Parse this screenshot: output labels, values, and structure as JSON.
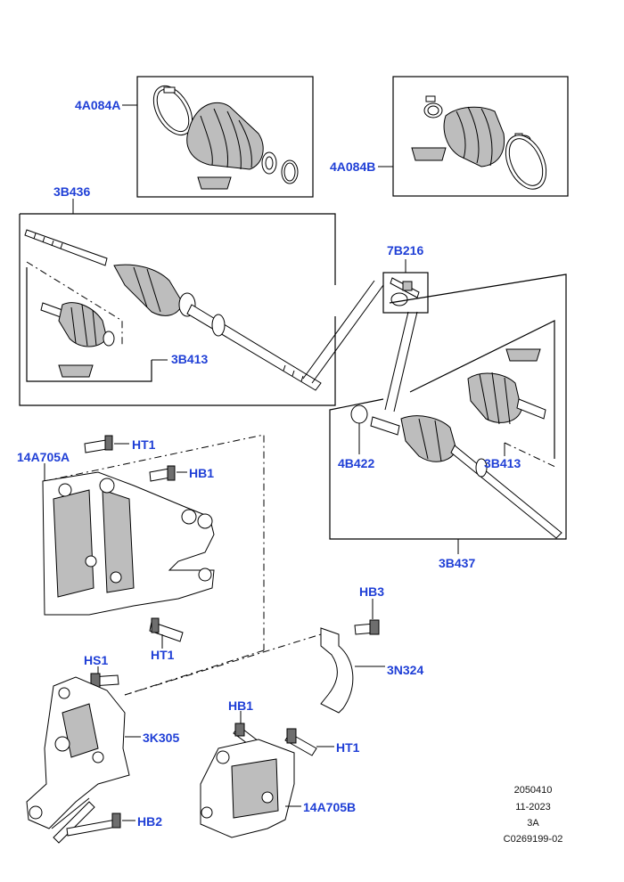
{
  "callouts": {
    "c4A084A": "4A084A",
    "c4A084B": "4A084B",
    "c3B436": "3B436",
    "c7B216": "7B216",
    "c3B413_left": "3B413",
    "c3B413_right": "3B413",
    "c4B422": "4B422",
    "c3B437": "3B437",
    "c14A705A": "14A705A",
    "cHT1_top": "HT1",
    "cHB1_top": "HB1",
    "cHT1_mid": "HT1",
    "cHB3": "HB3",
    "c3N324": "3N324",
    "cHS1": "HS1",
    "c3K305": "3K305",
    "cHB1_bottom": "HB1",
    "cHT1_bottom": "HT1",
    "c14A705B": "14A705B",
    "cHB2": "HB2"
  },
  "reference": {
    "line1": "2050410",
    "line2": "11-2023",
    "line3": "3A",
    "line4": "C0269199-02"
  },
  "colors": {
    "callout": "#1f3fd6",
    "line": "#000000",
    "shade": "#bdbdbd"
  }
}
